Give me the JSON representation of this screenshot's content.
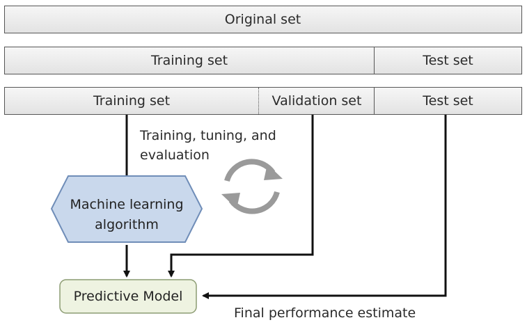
{
  "rows": {
    "original": "Original set",
    "split": {
      "training": "Training set",
      "test": "Test set"
    },
    "cv": {
      "training": "Training set",
      "validation": "Validation set",
      "test": "Test set"
    }
  },
  "process_label": {
    "line1": "Training, tuning, and",
    "line2": "evaluation"
  },
  "algorithm": {
    "line1": "Machine learning",
    "line2": "algorithm"
  },
  "model": "Predictive Model",
  "final_label": "Final performance estimate",
  "colors": {
    "hex_fill": "#c9d8ec",
    "hex_stroke": "#6f8db8",
    "model_fill": "#eef3e1",
    "model_stroke": "#8c9c73",
    "cycle": "#9a9a9a"
  }
}
